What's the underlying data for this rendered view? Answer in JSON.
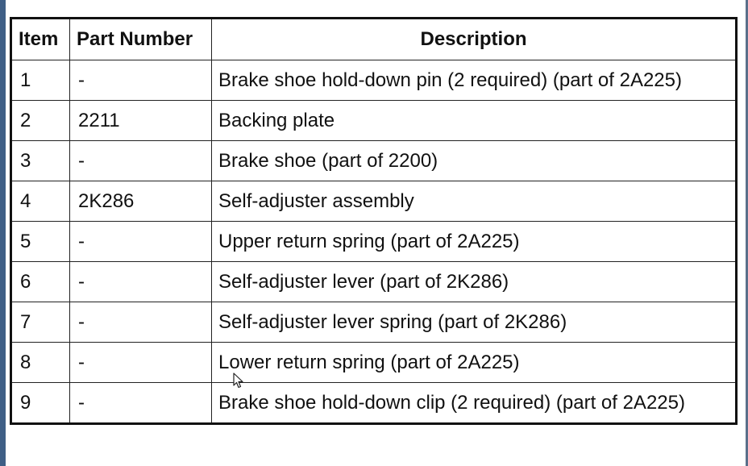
{
  "table": {
    "headers": {
      "item": "Item",
      "part_number": "Part Number",
      "description": "Description"
    },
    "rows": [
      {
        "item": "1",
        "part_number": "-",
        "description": "Brake shoe hold-down pin (2 required) (part of 2A225)"
      },
      {
        "item": "2",
        "part_number": "2211",
        "description": "Backing plate"
      },
      {
        "item": "3",
        "part_number": "-",
        "description": "Brake shoe (part of 2200)"
      },
      {
        "item": "4",
        "part_number": "2K286",
        "description": "Self-adjuster assembly"
      },
      {
        "item": "5",
        "part_number": "-",
        "description": "Upper return spring (part of 2A225)"
      },
      {
        "item": "6",
        "part_number": "-",
        "description": "Self-adjuster lever (part of 2K286)"
      },
      {
        "item": "7",
        "part_number": "-",
        "description": "Self-adjuster lever spring (part of 2K286)"
      },
      {
        "item": "8",
        "part_number": "-",
        "description": "Lower return spring (part of 2A225)"
      },
      {
        "item": "9",
        "part_number": "-",
        "description": "Brake shoe hold-down clip (2 required) (part of 2A225)"
      }
    ]
  },
  "icons": {
    "cursor": "mouse-pointer-icon"
  },
  "colors": {
    "window_edge": "#3f5f86",
    "border": "#111111",
    "text": "#111111"
  }
}
